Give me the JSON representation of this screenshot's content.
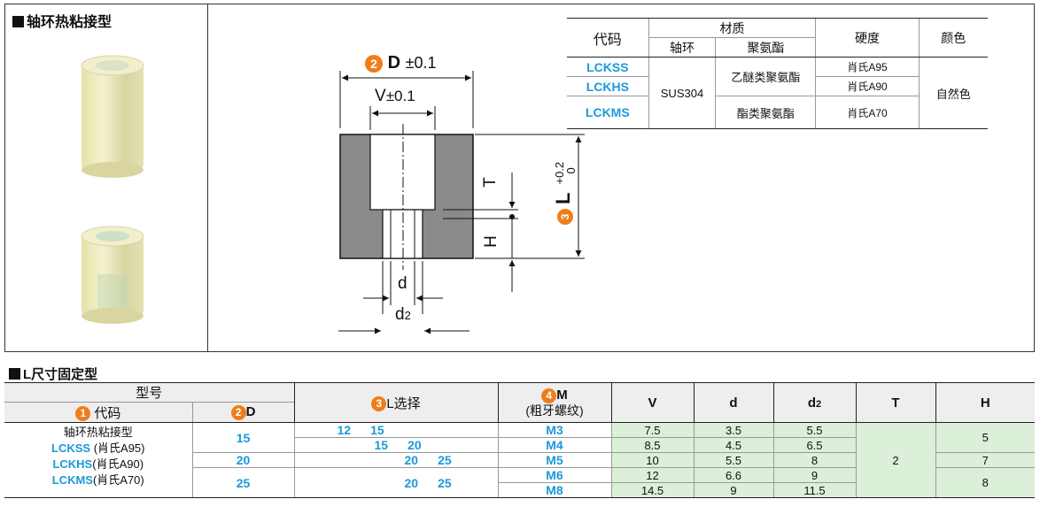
{
  "shaft_section": {
    "title": "轴环热粘接型"
  },
  "drawing": {
    "D_label": "D",
    "D_tol": "±0.1",
    "D_num": "2",
    "V_label": "V",
    "V_tol": "±0.1",
    "T_label": "T",
    "H_label": "H",
    "L_label": "L",
    "L_num": "3",
    "L_tol_upper": "+0.2",
    "L_tol_lower": "0",
    "d_label": "d",
    "d2_label": "d",
    "d2_sub": "2"
  },
  "material_table": {
    "h_code": "代码",
    "h_material": "材质",
    "h_collar": "轴环",
    "h_pu": "聚氨酯",
    "h_hardness": "硬度",
    "h_color": "颜色",
    "rows": [
      {
        "code": "LCKSS",
        "hardness": "肖氏A95"
      },
      {
        "code": "LCKHS",
        "hardness": "肖氏A90"
      },
      {
        "code": "LCKMS",
        "hardness": "肖氏A70"
      }
    ],
    "collar": "SUS304",
    "pu_ether": "乙醚类聚氨酯",
    "pu_ester": "酯类聚氨酯",
    "color": "自然色"
  },
  "l_section": {
    "title": "L尺寸固定型"
  },
  "l_table": {
    "h_model": "型号",
    "h_code_num": "1",
    "h_code": "代码",
    "h_D_num": "2",
    "h_D": "D",
    "h_L_num": "3",
    "h_L": "L选择",
    "h_M_num": "4",
    "h_M": "M",
    "h_M_sub": "(粗牙螺纹)",
    "h_V": "V",
    "h_d": "d",
    "h_d2": "d",
    "h_d2_sub": "2",
    "h_T": "T",
    "h_H": "H",
    "type_name": "轴环热粘接型",
    "codes": [
      {
        "code": "LCKSS",
        "hard": "(肖氏A95)"
      },
      {
        "code": "LCKHS",
        "hard": "(肖氏A90)"
      },
      {
        "code": "LCKMS",
        "hard": "(肖氏A70)"
      }
    ],
    "D_values": [
      "15",
      "20",
      "25"
    ],
    "L_row1": [
      "12",
      "15"
    ],
    "L_row2": [
      "15",
      "20"
    ],
    "L_row3": [
      "20",
      "25"
    ],
    "L_row4": [
      "20",
      "25"
    ],
    "rows": [
      {
        "M": "M3",
        "V": "7.5",
        "d": "3.5",
        "d2": "5.5"
      },
      {
        "M": "M4",
        "V": "8.5",
        "d": "4.5",
        "d2": "6.5"
      },
      {
        "M": "M5",
        "V": "10",
        "d": "5.5",
        "d2": "8"
      },
      {
        "M": "M6",
        "V": "12",
        "d": "6.6",
        "d2": "9"
      },
      {
        "M": "M8",
        "V": "14.5",
        "d": "9",
        "d2": "11.5"
      }
    ],
    "T": "2",
    "H_values": [
      "5",
      "7",
      "8"
    ]
  },
  "colors": {
    "accent_blue": "#1a9ad9",
    "badge_orange": "#f07d1a",
    "cell_green": "#dcefd8"
  }
}
